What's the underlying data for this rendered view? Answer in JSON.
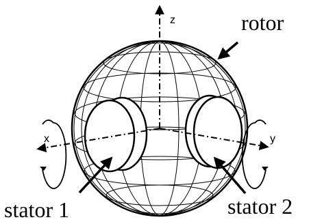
{
  "labels": {
    "rotor": "rotor",
    "stator_1": "stator 1",
    "stator_2": "stator 2"
  },
  "axes": {
    "x": "x",
    "y": "y",
    "z": "z"
  },
  "colors": {
    "ink": "#000000",
    "background": "#ffffff"
  }
}
